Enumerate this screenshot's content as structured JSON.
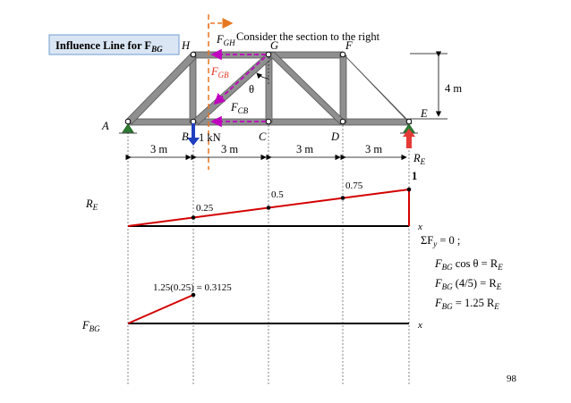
{
  "title": {
    "prefix": "Influence Line for F",
    "subscript": "BG",
    "background": "#dbe6f4",
    "border": "#6e9fd0"
  },
  "section_note": "Consider the section to the right",
  "joints": {
    "A": "A",
    "B": "B",
    "C": "C",
    "D": "D",
    "E": "E",
    "F": "F",
    "G": "G",
    "H": "H"
  },
  "load_label": "1 kN",
  "height_label": "4 m",
  "span_labels": [
    "3 m",
    "3 m",
    "3 m",
    "3 m"
  ],
  "reaction_label": {
    "main": "R",
    "sub": "E"
  },
  "forces": {
    "fgh": {
      "main": "F",
      "sub": "GH"
    },
    "fgb": {
      "main": "F",
      "sub": "GB"
    },
    "fcb": {
      "main": "F",
      "sub": "CB"
    },
    "theta": "θ"
  },
  "il_re": {
    "label_main": "R",
    "label_sub": "E",
    "axis_label": "x",
    "point_labels": [
      "0.25",
      "0.5",
      "0.75",
      "1"
    ]
  },
  "il_fbg": {
    "label_main": "F",
    "label_sub": "BG",
    "axis_label": "x",
    "value_label": "1.25(0.25) = 0.3125"
  },
  "equations": {
    "line1": {
      "pre": "ΣF",
      "sub": "y",
      "post": " = 0 ;"
    },
    "line2": {
      "pre": "F",
      "sub": "BG",
      "post": "  cos θ = R",
      "sub2": "E"
    },
    "line3": {
      "pre": "F",
      "sub": "BG",
      "post": " (4/5) = R",
      "sub2": "E"
    },
    "line4": {
      "pre": "F",
      "sub": "BG",
      "post": " = 1.25 R",
      "sub2": "E"
    }
  },
  "page_number": "98",
  "colors": {
    "member_fill": "#8f8f8f",
    "member_edge": "#555555",
    "il_line": "#d40000",
    "section_cut": "#e87722",
    "force_arrow": "#c000c0",
    "force_text": "#e3301c",
    "load_arrow": "#1f3fbf",
    "support": "#2e7d32",
    "reaction_arrow": "#e53935"
  }
}
